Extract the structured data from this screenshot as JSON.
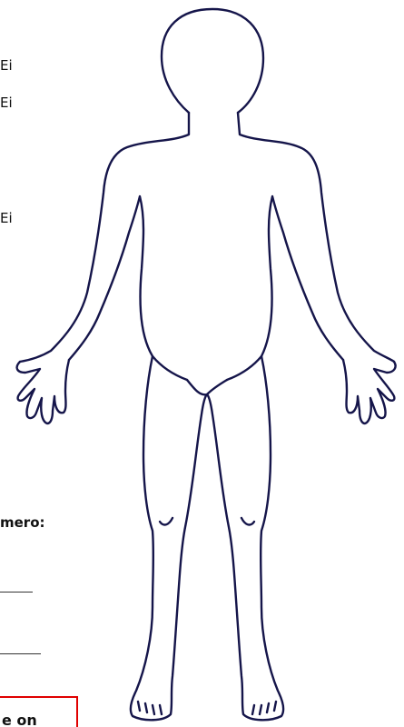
{
  "options": [
    {
      "label": "Ei"
    },
    {
      "label": "Ei"
    },
    {
      "label": "Ei"
    }
  ],
  "form": {
    "number_label": "mero:",
    "notice_text": "e on"
  },
  "figure": {
    "icon": "human-body-outline-icon"
  }
}
